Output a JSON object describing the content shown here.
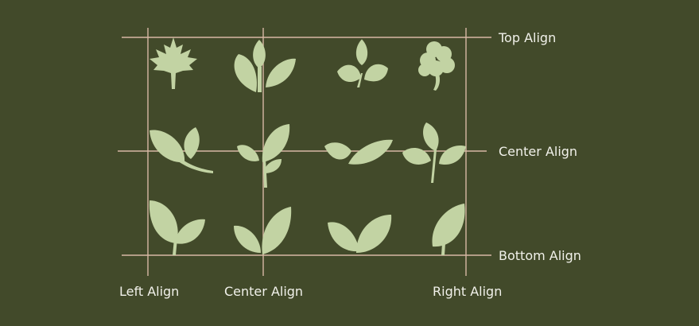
{
  "colors": {
    "background": "#424a2a",
    "guide_line": "#d8b8a4",
    "leaf": "#c2d3a3",
    "label_text": "#f1f1ea"
  },
  "row_labels": {
    "top": "Top Align",
    "center": "Center Align",
    "bottom": "Bottom Align"
  },
  "column_labels": {
    "left": "Left Align",
    "center": "Center Align",
    "right": "Right Align"
  },
  "icons": {
    "row1": [
      "maple-leaf-icon",
      "plant-sprout-icon",
      "three-leaf-sprig-icon",
      "clover-icon"
    ],
    "row2": [
      "curved-stem-leaves-icon",
      "sprout-stem-icon",
      "two-leaf-branch-icon",
      "branch-leaves-icon"
    ],
    "row3": [
      "two-leaves-icon",
      "sprout-leaves-icon",
      "double-leaf-icon",
      "single-leaf-icon"
    ]
  }
}
